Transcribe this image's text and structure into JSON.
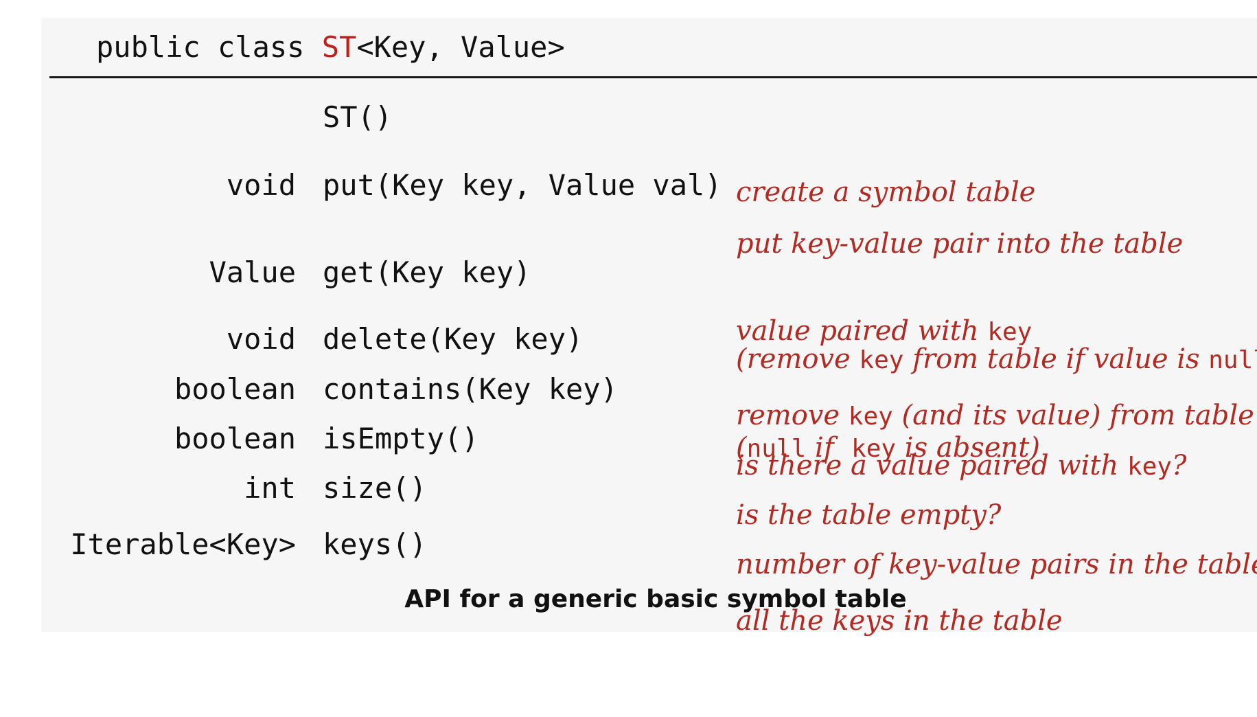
{
  "header": {
    "prefix": "public class ",
    "class_name": "ST",
    "type_params": "<Key, Value>"
  },
  "rows": [
    {
      "ret": "",
      "sig": "ST()",
      "desc": [
        [
          "create a symbol table"
        ]
      ]
    },
    {
      "ret": "void",
      "sig": "put(Key key, Value val)",
      "desc": [
        [
          "put key-value pair into the table"
        ],
        [
          "(remove ",
          "key",
          " from table if value is ",
          "null",
          ")"
        ]
      ]
    },
    {
      "ret": "Value",
      "sig": "get(Key key)",
      "desc": [
        [
          "value paired with ",
          "key"
        ],
        [
          "(",
          "null",
          " if  ",
          "key",
          " is absent)"
        ]
      ]
    },
    {
      "ret": "void",
      "sig": "delete(Key key)",
      "desc": [
        [
          "remove ",
          "key",
          " (and its value) from table"
        ]
      ]
    },
    {
      "ret": "boolean",
      "sig": "contains(Key key)",
      "desc": [
        [
          "is there a value paired with ",
          "key",
          "?"
        ]
      ]
    },
    {
      "ret": "boolean",
      "sig": "isEmpty()",
      "desc": [
        [
          "is the table empty?"
        ]
      ]
    },
    {
      "ret": "int",
      "sig": "size()",
      "desc": [
        [
          "number of key-value pairs in the table"
        ]
      ]
    },
    {
      "ret": "Iterable<Key>",
      "sig": "keys()",
      "desc": [
        [
          "all the keys in the table"
        ]
      ]
    }
  ],
  "caption": "API for a generic basic symbol table",
  "colors": {
    "accent_red": "#c0201c",
    "description_red": "#b32a22",
    "text": "#111111",
    "background": "#f6f6f6"
  }
}
